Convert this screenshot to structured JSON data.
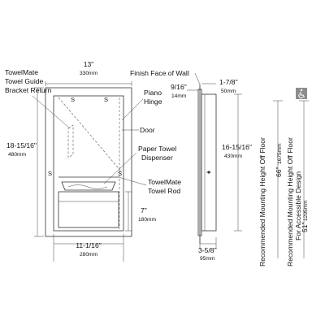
{
  "labels": {
    "towelmate_line1": "TowelMate",
    "towelmate_line2": "Towel Guide",
    "towelmate_line3": "Bracket Return",
    "width_in": "13\"",
    "width_mm": "330mm",
    "s_mark": "S",
    "finish_face": "Finish Face of Wall",
    "piano_line1": "Piano",
    "piano_line2": "Hinge",
    "door": "Door",
    "paper_line1": "Paper Towel",
    "paper_line2": "Dispenser",
    "rod_line1": "TowelMate",
    "rod_line2": "Towel Rod",
    "height_in": "18-15/16\"",
    "height_mm": "480mm",
    "bottom_in": "7\"",
    "bottom_mm": "180mm",
    "inner_w_in": "11-1/16\"",
    "inner_w_mm": "280mm",
    "flange_in": "9/16\"",
    "flange_mm": "14mm",
    "proj_in": "1-7/8\"",
    "proj_mm": "50mm",
    "rough_in": "16-15/16\"",
    "rough_mm": "430mm",
    "depth_in": "3-5/8\"",
    "depth_mm": "95mm",
    "mount_label": "Recommended Mounting Height Off Floor",
    "mount_in": "66\"",
    "mount_mm": "1675mm",
    "access_line1": "Recommended Mounting Height Off Floor",
    "access_line2": "For Accessible Design",
    "access_in": "51\"",
    "access_mm": "1295mm"
  },
  "icons": {
    "accessibility": "wheelchair-icon"
  },
  "colors": {
    "line": "#333333",
    "badge": "#8c8c8c"
  }
}
